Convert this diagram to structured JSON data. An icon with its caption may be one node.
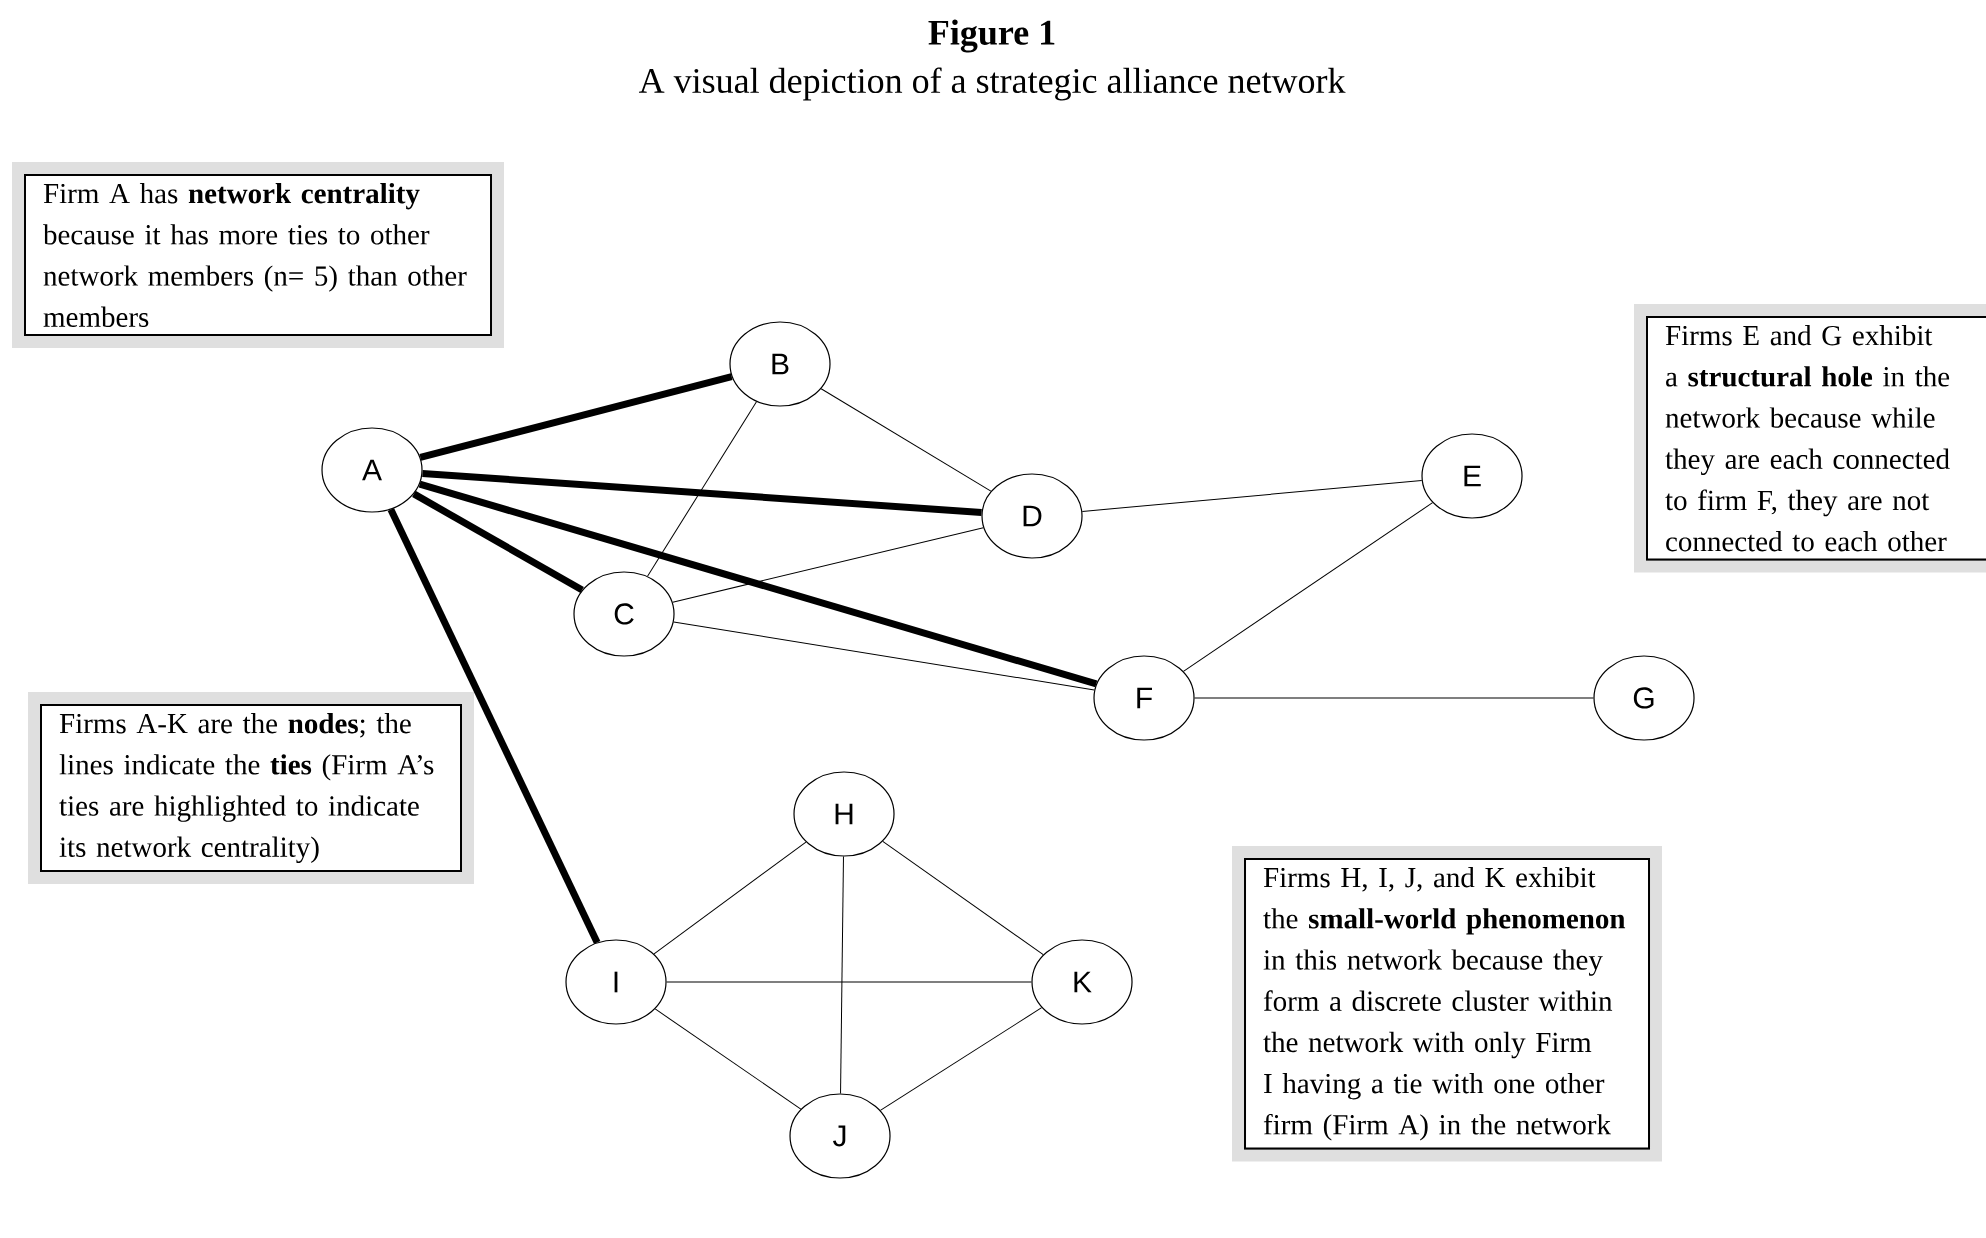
{
  "diagram": {
    "title": "Figure 1",
    "caption": "A visual depiction of a strategic alliance network",
    "nodes": [
      {
        "text": [
          "Firm A has **network centrality** because it has more ties to other network members (n= 5) than other members"
        ]
      },
      {
        "text": [
          "B"
        ]
      },
      {
        "text": [
          "A"
        ]
      },
      {
        "text": [
          "Firms E and G exhibit a **structural hole** in the network because while they are each connected to firm F, they are not connected to each other"
        ]
      },
      {
        "text": [
          "E"
        ]
      },
      {
        "text": [
          "D"
        ]
      },
      {
        "text": [
          "C"
        ]
      },
      {
        "text": [
          "Firms A-K are the **nodes**; the lines indicate the **ties** (Firm A’s ties are highlighted to indicate its network centrality)"
        ]
      },
      {
        "text": [
          "F"
        ]
      },
      {
        "text": [
          "G"
        ]
      },
      {
        "text": [
          "H"
        ]
      },
      {
        "text": [
          "Firms H, I, J, and K exhibit the **small-world phenomenon** in this network because they form a discrete cluster within the network with only Firm I having a tie with one other firm (Firm A) in the network"
        ]
      },
      {
        "text": [
          "I"
        ]
      },
      {
        "text": [
          "K"
        ]
      },
      {
        "text": [
          "J"
        ]
      }
    ],
    "edges": [
      {
        "from": 2,
        "to": 1,
        "arrow": "none",
        "style": "thick"
      },
      {
        "from": 2,
        "to": 5,
        "arrow": "none",
        "style": "thick"
      },
      {
        "from": 2,
        "to": 6,
        "arrow": "none",
        "style": "thick"
      },
      {
        "from": 2,
        "to": 8,
        "arrow": "none",
        "style": "thick"
      },
      {
        "from": 2,
        "to": 12,
        "arrow": "none",
        "style": "thick"
      },
      {
        "from": 1,
        "to": 6,
        "arrow": "none"
      },
      {
        "from": 1,
        "to": 5,
        "arrow": "none"
      },
      {
        "from": 6,
        "to": 5,
        "arrow": "none"
      },
      {
        "from": 6,
        "to": 8,
        "arrow": "none"
      },
      {
        "from": 5,
        "to": 4,
        "arrow": "none"
      },
      {
        "from": 4,
        "to": 8,
        "arrow": "none"
      },
      {
        "from": 8,
        "to": 9,
        "arrow": "none"
      },
      {
        "from": 10,
        "to": 12,
        "arrow": "none"
      },
      {
        "from": 10,
        "to": 13,
        "arrow": "none"
      },
      {
        "from": 10,
        "to": 14,
        "arrow": "none"
      },
      {
        "from": 12,
        "to": 13,
        "arrow": "none"
      },
      {
        "from": 12,
        "to": 14,
        "arrow": "none"
      },
      {
        "from": 14,
        "to": 13,
        "arrow": "none"
      }
    ]
  }
}
